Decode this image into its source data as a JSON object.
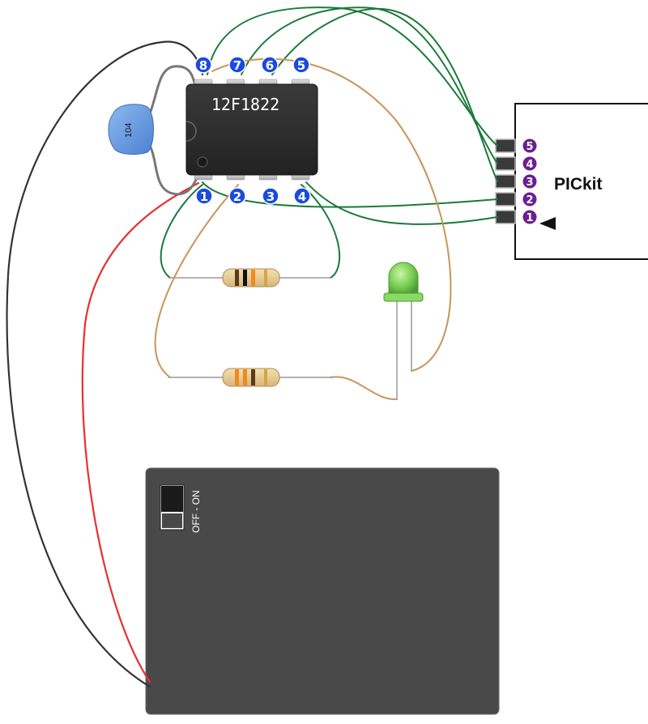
{
  "mcu": {
    "part_number": "12F1822",
    "top_pins": [
      "8",
      "7",
      "6",
      "5"
    ],
    "bottom_pins": [
      "1",
      "2",
      "3",
      "4"
    ]
  },
  "capacitor": {
    "label": "104"
  },
  "pickit": {
    "label": "PICkit",
    "pins": [
      "5",
      "4",
      "3",
      "2",
      "1"
    ]
  },
  "battery_box": {
    "switch_label": "OFF - ON"
  },
  "colors": {
    "wire_green": "#1a7a3a",
    "wire_tan": "#c8955a",
    "wire_red": "#e83030",
    "wire_black": "#333333",
    "wire_gray": "#777777",
    "chip_body": "#2b2b2b",
    "pin_badge_blue": "#1a4be0",
    "pin_badge_purple": "#6a2090",
    "battery_box": "#494949",
    "led_green": "#7fd65a",
    "capacitor_blue": "#6a9fe0"
  }
}
